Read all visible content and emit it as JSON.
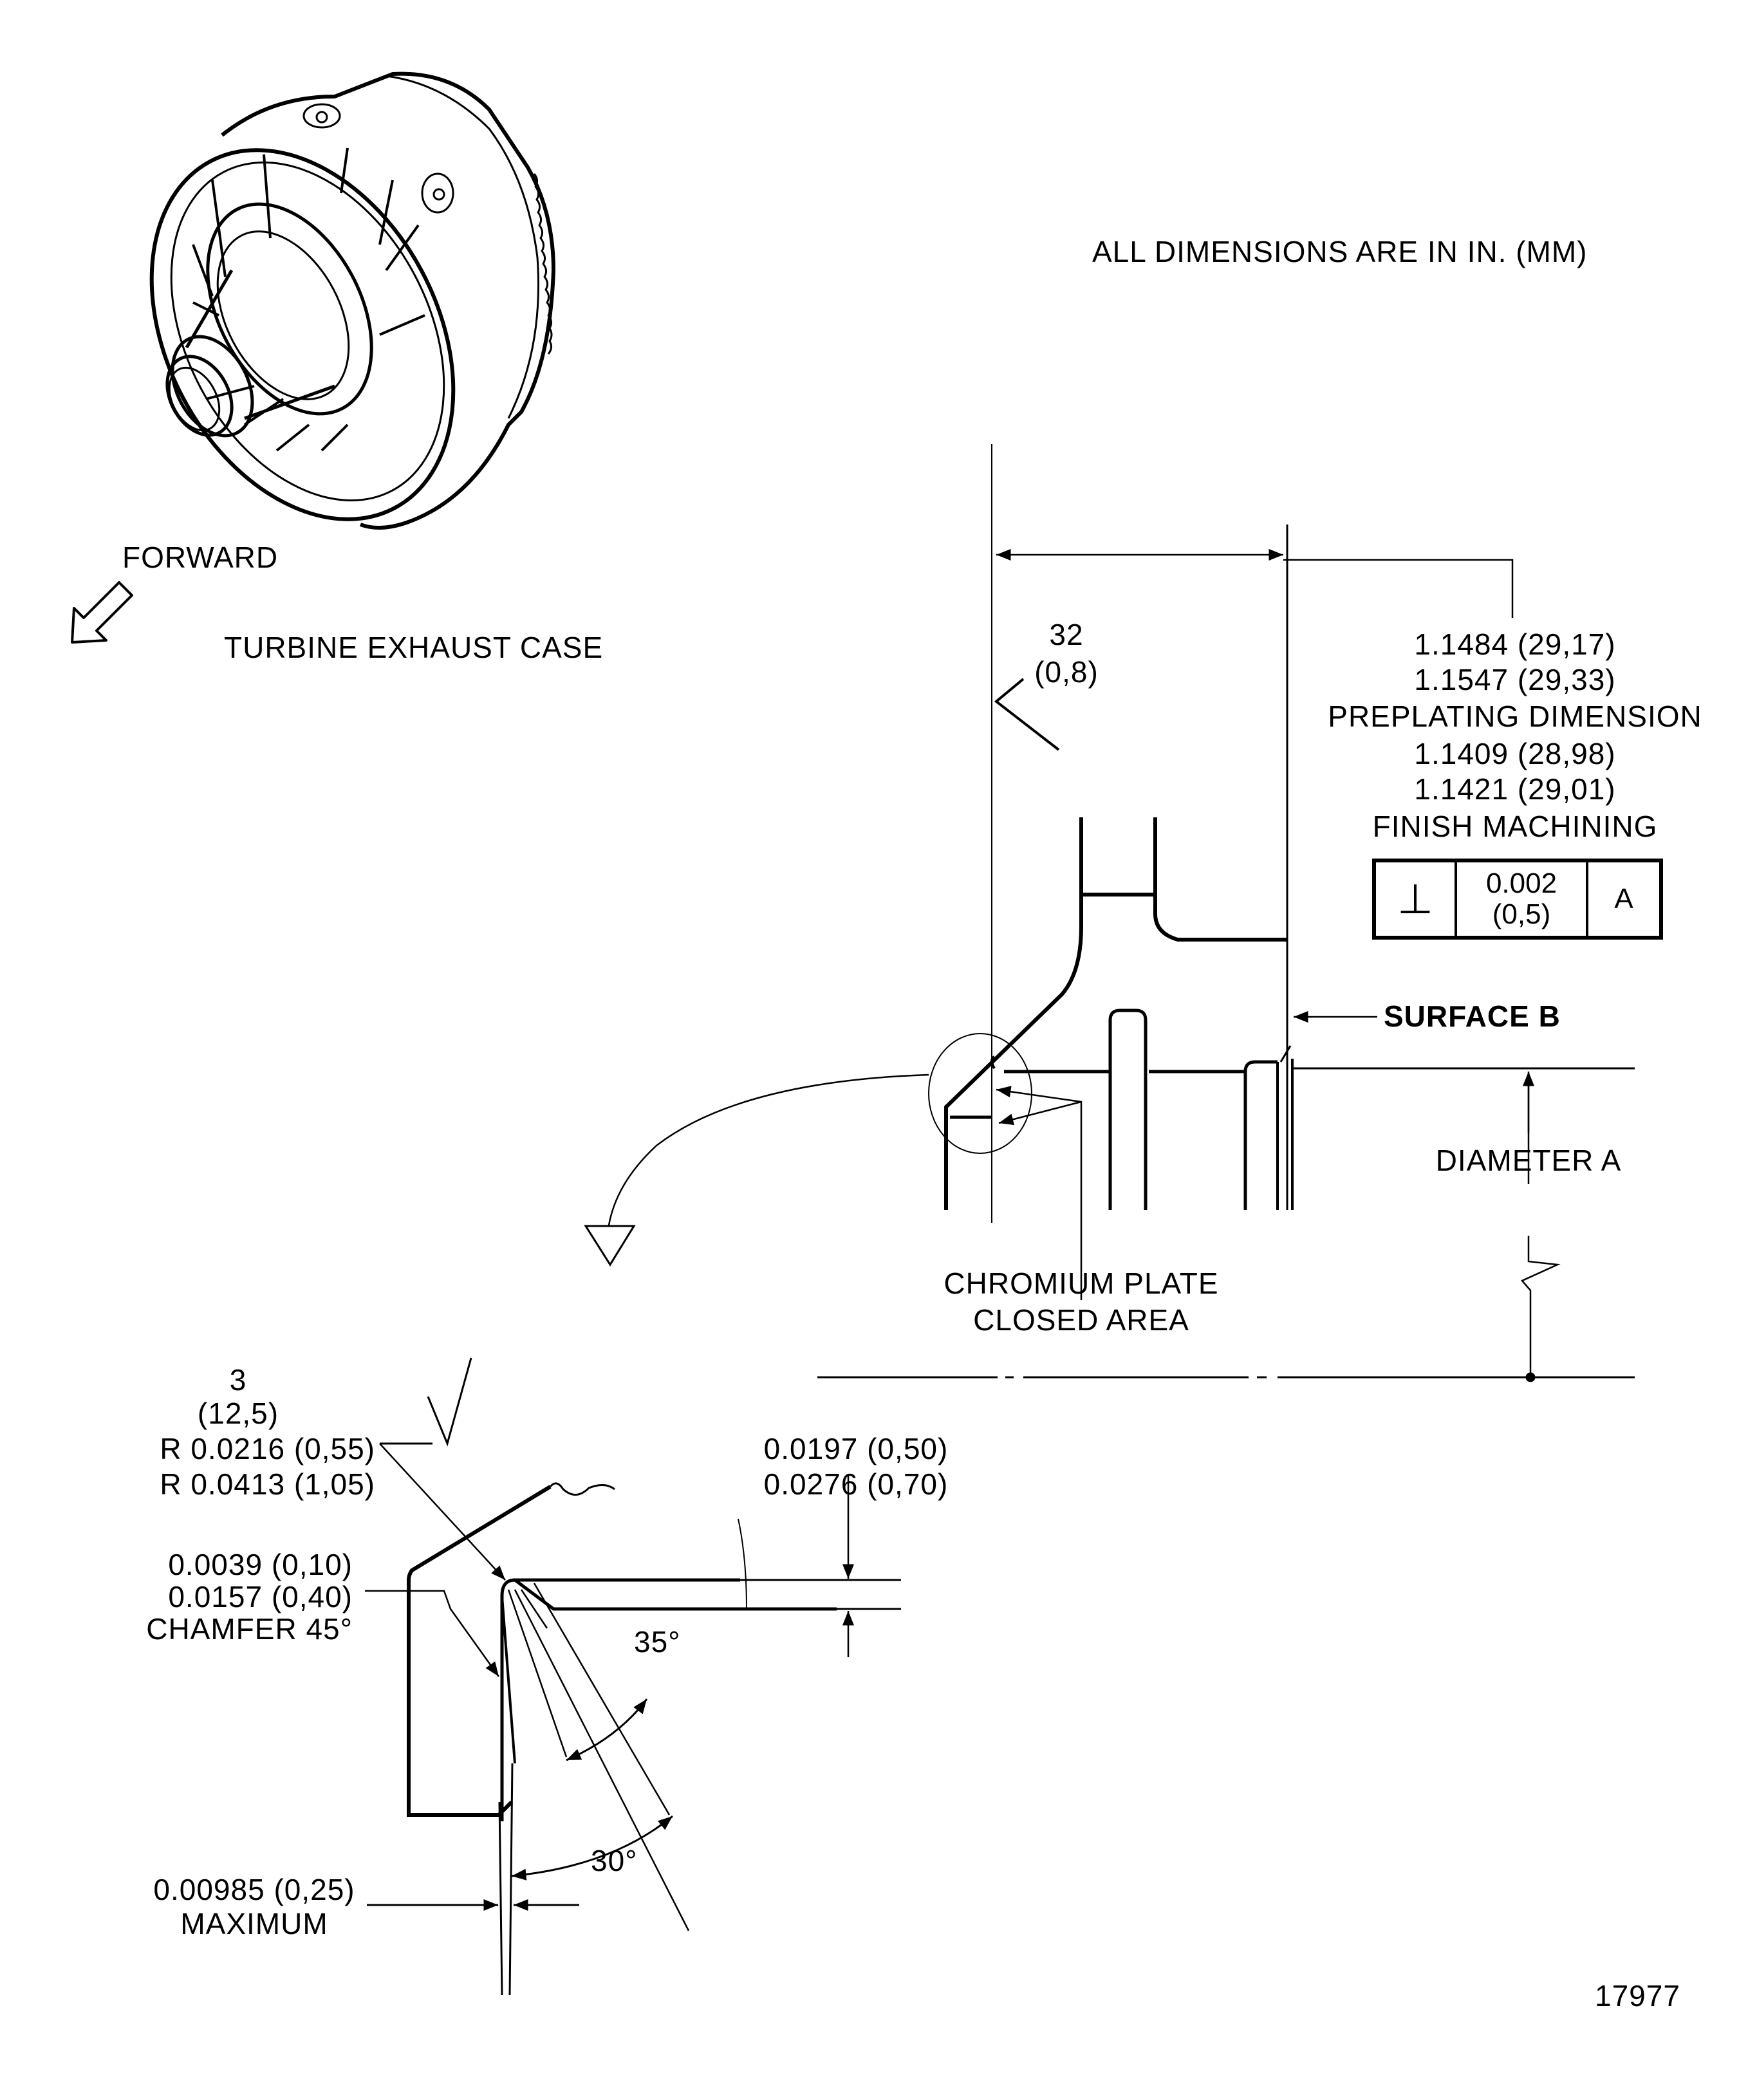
{
  "drawing": {
    "note_units": "ALL DIMENSIONS ARE IN IN. (MM)",
    "figure_number": "17977",
    "view_labels": {
      "part_name": "TURBINE EXHAUST CASE",
      "direction": "FORWARD"
    },
    "surface_finish": {
      "upper": {
        "value": "32",
        "metric": "(0,8)"
      },
      "lower": {
        "value": "3",
        "metric": "(12,5)"
      }
    },
    "width_dimension": {
      "preplating_min": "1.1484 (29,17)",
      "preplating_max": "1.1547 (29,33)",
      "preplating_label": "PREPLATING DIMENSION",
      "finish_min": "1.1409 (28,98)",
      "finish_max": "1.1421 (29,01)",
      "finish_label": "FINISH MACHINING"
    },
    "feature_control_frame": {
      "symbol": "⊥",
      "symbol_name": "perpendicularity",
      "tolerance": "0.002",
      "tolerance_metric": "(0,5)",
      "datum": "A"
    },
    "callouts": {
      "surface_b": "SURFACE B",
      "diameter_a": "DIAMETER A",
      "chromium_line1": "CHROMIUM PLATE",
      "chromium_line2": "CLOSED AREA"
    },
    "detail": {
      "radius_min": "R 0.0216 (0,55)",
      "radius_max": "R 0.0413 (1,05)",
      "step_min": "0.0197 (0,50)",
      "step_max": "0.0276 (0,70)",
      "chamfer_min": "0.0039 (0,10)",
      "chamfer_max": "0.0157 (0,40)",
      "chamfer_label": "CHAMFER 45°",
      "angle_outer": "35°",
      "angle_inner": "30°",
      "gap_value": "0.00985 (0,25)",
      "gap_label": "MAXIMUM"
    }
  }
}
